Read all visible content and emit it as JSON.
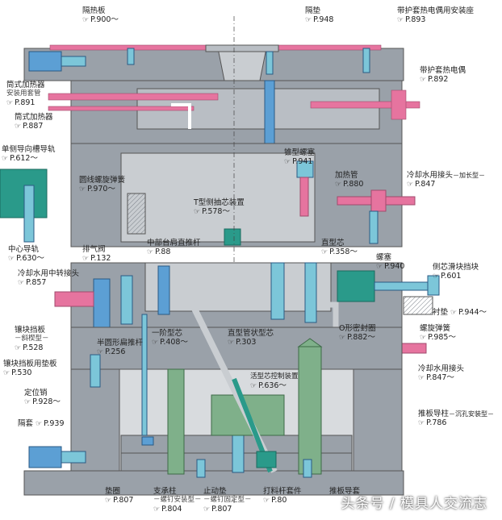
{
  "colors": {
    "plate": "#9aa1a9",
    "plate_light": "#b9bec4",
    "cavity": "#c9cdd1",
    "heater_pink": "#e6749f",
    "blue_part": "#5c9fd4",
    "cyan_part": "#7cc6d9",
    "green_part": "#7fb08a",
    "teal_block": "#2a9a8a"
  },
  "labels": {
    "heat_insulation_plate": {
      "name": "隔热板",
      "ref": "P.900～"
    },
    "insulation_pad": {
      "name": "隔垫",
      "ref": "P.948"
    },
    "sleeve_thermocouple_seat": {
      "name": "带护套热电偶用安装座",
      "ref": "P.893"
    },
    "cartridge_heater_sleeve": {
      "name": "筒式加热器",
      "sub": "安装用套管",
      "ref": "P.891"
    },
    "sleeve_thermocouple": {
      "name": "带护套热电偶",
      "ref": "P.892"
    },
    "cartridge_heater": {
      "name": "筒式加热器",
      "ref": "P.887"
    },
    "taper_plug": {
      "name": "锥型螺塞",
      "ref": "P.941"
    },
    "single_side_guide_rail": {
      "name": "单侧导向槽导轨",
      "ref": "P.612～"
    },
    "heater_tube": {
      "name": "加热管",
      "ref": "P.880"
    },
    "cooling_connector_long": {
      "name": "冷却水用接头",
      "sub": "－加长型－",
      "ref": "P.847"
    },
    "wire_spring": {
      "name": "圆线螺旋弹簧",
      "ref": "P.970～"
    },
    "t_side_core_puller": {
      "name": "T型侧抽芯装置",
      "ref": "P.578～"
    },
    "center_guide_rail": {
      "name": "中心导轨",
      "ref": "P.630～"
    },
    "shoulder_ejector_pin": {
      "name": "中部台肩直推杆",
      "ref": "P.88"
    },
    "vent_valve": {
      "name": "排气阀",
      "ref": "P.132"
    },
    "straight_core": {
      "name": "直型芯",
      "ref": "P.358～"
    },
    "plug_screw": {
      "name": "螺塞",
      "ref": "P.940"
    },
    "side_slide_stop": {
      "name": "侧芯滑块挡块",
      "ref": "P.601"
    },
    "cooling_adapter": {
      "name": "冷却水用中转接头",
      "ref": "P.857"
    },
    "washer": {
      "name": "衬垫",
      "ref": "P.944～"
    },
    "insert_block": {
      "name": "镶块挡板",
      "sub": "－斜楔型－",
      "ref": "P.528"
    },
    "half_round_pin": {
      "name": "半圆形扁推杆",
      "ref": "P.256"
    },
    "step_core": {
      "name": "一阶型芯",
      "ref": "P.408～"
    },
    "straight_tube_core": {
      "name": "直型管状型芯",
      "ref": "P.303"
    },
    "o_ring": {
      "name": "O形密封圈",
      "ref": "P.882～"
    },
    "coil_spring": {
      "name": "螺旋弹簧",
      "ref": "P.985～"
    },
    "insert_block_pad": {
      "name": "镶块挡板用垫板",
      "ref": "P.530"
    },
    "cooling_connector": {
      "name": "冷却水用接头",
      "ref": "P.847～"
    },
    "slant_core_device": {
      "name": "活型芯控制装置",
      "ref": "P.636～"
    },
    "locating_pin": {
      "name": "定位销",
      "ref": "P.928～"
    },
    "ejector_guide_pillar": {
      "name": "推板导柱",
      "sub": "－沉孔安装型－",
      "ref": "P.786"
    },
    "spacer_sleeve": {
      "name": "隔套",
      "ref": "P.939"
    },
    "spacer_washer": {
      "name": "垫圈",
      "ref": "P.807"
    },
    "support_pillar": {
      "name": "支承柱",
      "sub": "－螺钉安装型－",
      "ref": "P.804"
    },
    "stop_pad": {
      "name": "止动垫",
      "sub": "－螺钉固定型－",
      "ref": "P.807"
    },
    "sprue_puller_kit": {
      "name": "打料杆套件",
      "ref": "P.80"
    },
    "ejector_guide_bush": {
      "name": "推板导套",
      "ref": ""
    }
  },
  "watermark": "头条号 / 模具人交流志"
}
